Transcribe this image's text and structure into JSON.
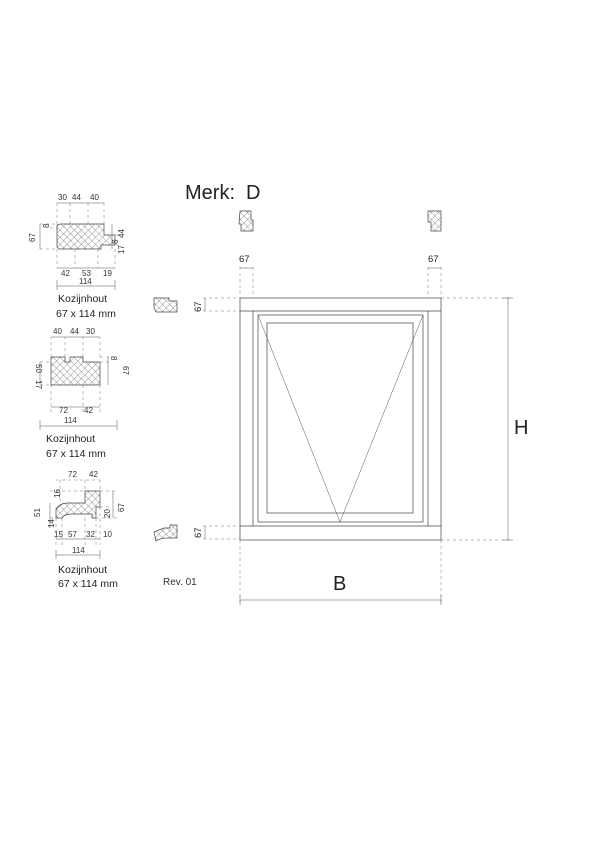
{
  "merk": {
    "label": "Merk:",
    "value": "D"
  },
  "revision": "Rev. 01",
  "profiles": [
    {
      "top_dims": [
        "30",
        "44",
        "40"
      ],
      "left_dims": [
        "67",
        "8"
      ],
      "right_dims": [
        "44",
        "17",
        "6"
      ],
      "bottom_dims": [
        "42",
        "53",
        "19"
      ],
      "width": "114",
      "caption_line1": "Kozijnhout",
      "caption_line2": "67 x 114 mm"
    },
    {
      "top_dims": [
        "40",
        "44",
        "30"
      ],
      "left_dims": [
        "50",
        "17"
      ],
      "right_dims": [
        "8",
        "67"
      ],
      "bottom_dims": [
        "72",
        "42"
      ],
      "width": "114",
      "caption_line1": "Kozijnhout",
      "caption_line2": "67 x 114 mm"
    },
    {
      "top_dims": [
        "72",
        "42"
      ],
      "left_dims": [
        "16",
        "51",
        "14"
      ],
      "right_dims": [
        "67",
        "20"
      ],
      "bottom_dims": [
        "15",
        "57",
        "32",
        "10"
      ],
      "width": "114",
      "caption_line1": "Kozijnhout",
      "caption_line2": "67 x 114 mm"
    }
  ],
  "elevation": {
    "top_left_dim": "67",
    "top_right_dim": "67",
    "side_top_dim": "67",
    "side_bottom_dim": "67",
    "height_label": "H",
    "width_label": "B"
  }
}
